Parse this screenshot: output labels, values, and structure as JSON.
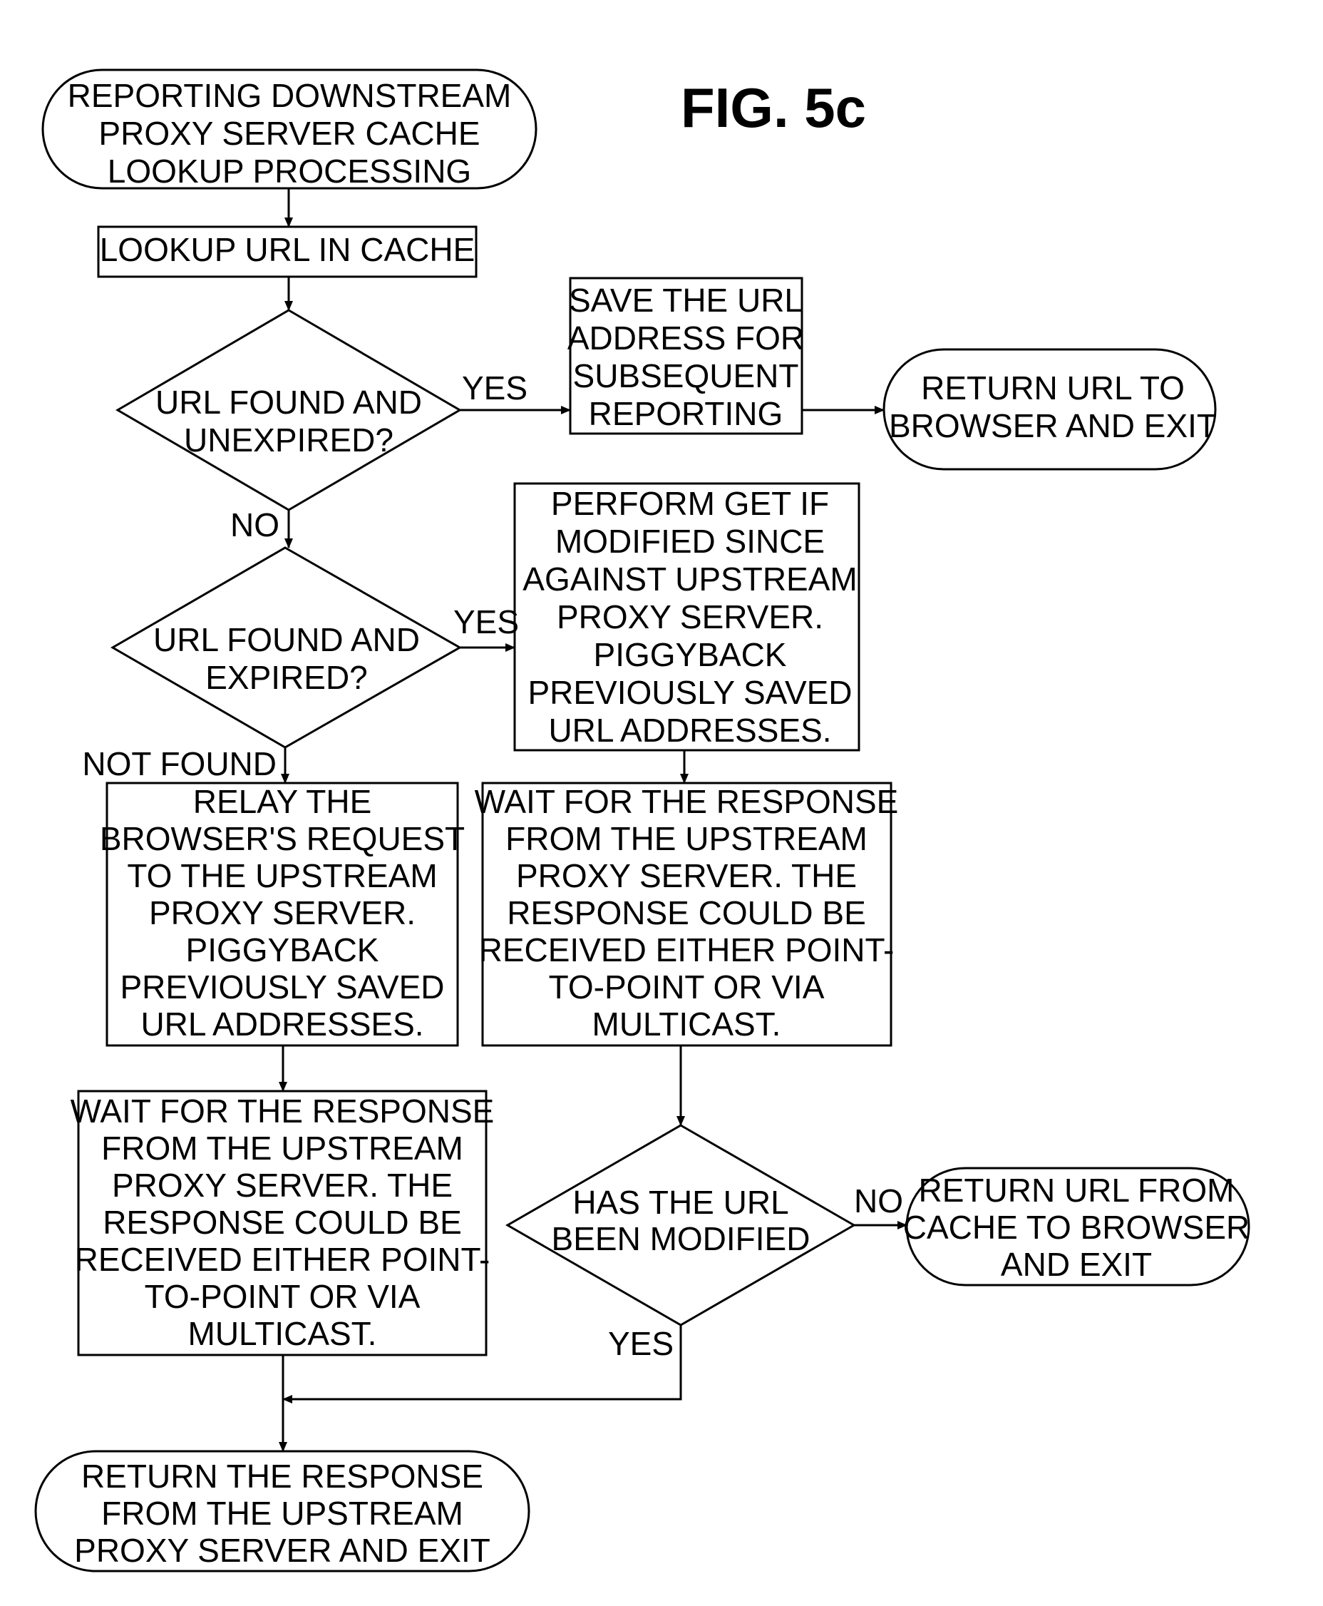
{
  "figure": {
    "title": "FIG. 5c"
  },
  "nodes": {
    "start": {
      "lines": [
        "REPORTING DOWNSTREAM",
        "PROXY SERVER CACHE",
        "LOOKUP PROCESSING"
      ]
    },
    "lookup": {
      "lines": [
        "LOOKUP URL IN CACHE"
      ]
    },
    "decision_unexpired": {
      "lines": [
        "URL FOUND AND",
        "UNEXPIRED?"
      ]
    },
    "save_url": {
      "lines": [
        "SAVE THE URL",
        "ADDRESS FOR",
        "SUBSEQUENT",
        "REPORTING"
      ]
    },
    "return_url": {
      "lines": [
        "RETURN URL TO",
        "BROWSER AND EXIT"
      ]
    },
    "decision_expired": {
      "lines": [
        "URL FOUND AND",
        "EXPIRED?"
      ]
    },
    "perform_get": {
      "lines": [
        "PERFORM GET IF",
        "MODIFIED SINCE",
        "AGAINST UPSTREAM",
        "PROXY SERVER.",
        "PIGGYBACK",
        "PREVIOUSLY SAVED",
        "URL ADDRESSES."
      ]
    },
    "relay": {
      "lines": [
        "RELAY THE",
        "BROWSER'S REQUEST",
        "TO THE UPSTREAM",
        "PROXY SERVER.",
        "PIGGYBACK",
        "PREVIOUSLY SAVED",
        "URL ADDRESSES."
      ]
    },
    "wait_right": {
      "lines": [
        "WAIT FOR THE RESPONSE",
        "FROM THE UPSTREAM",
        "PROXY SERVER. THE",
        "RESPONSE COULD BE",
        "RECEIVED EITHER POINT-",
        "TO-POINT OR VIA",
        "MULTICAST."
      ]
    },
    "wait_left": {
      "lines": [
        "WAIT FOR THE RESPONSE",
        "FROM THE UPSTREAM",
        "PROXY SERVER. THE",
        "RESPONSE COULD BE",
        "RECEIVED EITHER POINT-",
        "TO-POINT OR VIA",
        "MULTICAST."
      ]
    },
    "decision_modified": {
      "lines": [
        "HAS THE URL",
        "BEEN MODIFIED"
      ]
    },
    "return_cache": {
      "lines": [
        "RETURN URL FROM",
        "CACHE TO BROWSER",
        "AND EXIT"
      ]
    },
    "return_response": {
      "lines": [
        "RETURN THE RESPONSE",
        "FROM THE UPSTREAM",
        "PROXY SERVER AND EXIT"
      ]
    }
  },
  "edge_labels": {
    "unexpired_yes": "YES",
    "unexpired_no": "NO",
    "expired_yes": "YES",
    "not_found": "NOT FOUND",
    "modified_no": "NO",
    "modified_yes": "YES"
  }
}
